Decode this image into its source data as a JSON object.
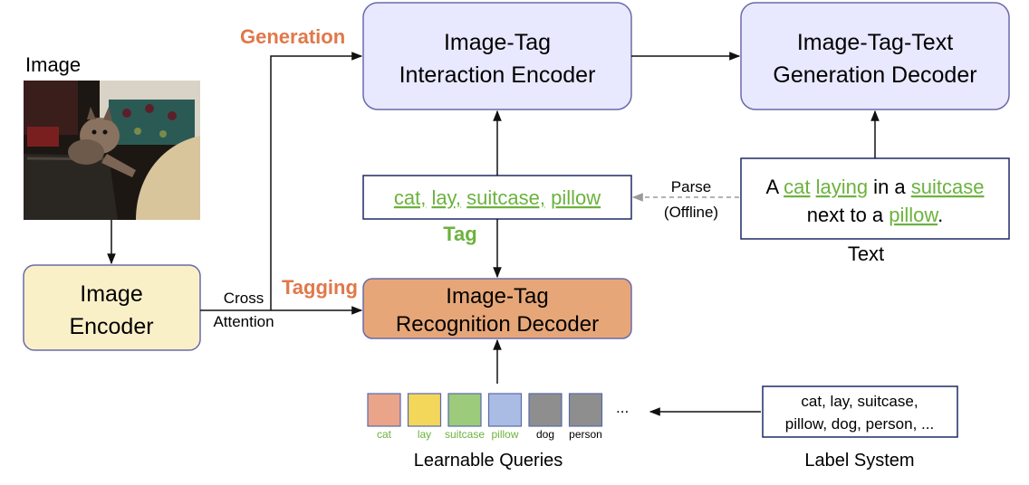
{
  "colors": {
    "purple_box": "#e8e8ff",
    "purple_stroke": "#6a6aaa",
    "yellow_box": "#faf0c8",
    "orange_box": "#e7a678",
    "green_text": "#6cb23e",
    "orange_text": "#e0784a",
    "arrow": "#111111",
    "dashed_arrow": "#9a9a9a"
  },
  "image_panel": {
    "title": "Image",
    "content": "photo of a kitten on a suitcase beside a pillow"
  },
  "image_encoder": {
    "line1": "Image",
    "line2": "Encoder"
  },
  "cross_attention": {
    "line1": "Cross",
    "line2": "Attention"
  },
  "branch_labels": {
    "generation": "Generation",
    "tagging": "Tagging"
  },
  "interaction_encoder": {
    "line1": "Image-Tag",
    "line2": "Interaction Encoder"
  },
  "generation_decoder": {
    "line1": "Image-Tag-Text",
    "line2": "Generation Decoder"
  },
  "recognition_decoder": {
    "line1": "Image-Tag",
    "line2": "Recognition Decoder"
  },
  "tag_box": {
    "tags": [
      "cat",
      "lay",
      "suitcase",
      "pillow"
    ],
    "separator": ", ",
    "caption": "Tag"
  },
  "parse": {
    "line1": "Parse",
    "line2": "(Offline)"
  },
  "text_box": {
    "line1": [
      {
        "t": "A ",
        "tag": false
      },
      {
        "t": "cat",
        "tag": true
      },
      {
        "t": " ",
        "tag": false
      },
      {
        "t": "laying",
        "tag": true
      },
      {
        "t": " in a ",
        "tag": false
      },
      {
        "t": "suitcase",
        "tag": true
      }
    ],
    "line2": [
      {
        "t": "next to a ",
        "tag": false
      },
      {
        "t": "pillow",
        "tag": true
      },
      {
        "t": ".",
        "tag": false
      }
    ],
    "caption": "Text"
  },
  "queries": {
    "items": [
      {
        "label": "cat",
        "color": "#e9a48a",
        "label_color": "#6cb23e"
      },
      {
        "label": "lay",
        "color": "#f2d75a",
        "label_color": "#6cb23e"
      },
      {
        "label": "suitcase",
        "color": "#9ccb7c",
        "label_color": "#6cb23e"
      },
      {
        "label": "pillow",
        "color": "#aabce4",
        "label_color": "#6cb23e"
      },
      {
        "label": "dog",
        "color": "#8e8e8e",
        "label_color": "#000000"
      },
      {
        "label": "person",
        "color": "#8e8e8e",
        "label_color": "#000000"
      }
    ],
    "ellipsis": "...",
    "caption": "Learnable Queries"
  },
  "label_system": {
    "line1": "cat, lay, suitcase,",
    "line2": "pillow, dog, person, ...",
    "caption": "Label System"
  }
}
